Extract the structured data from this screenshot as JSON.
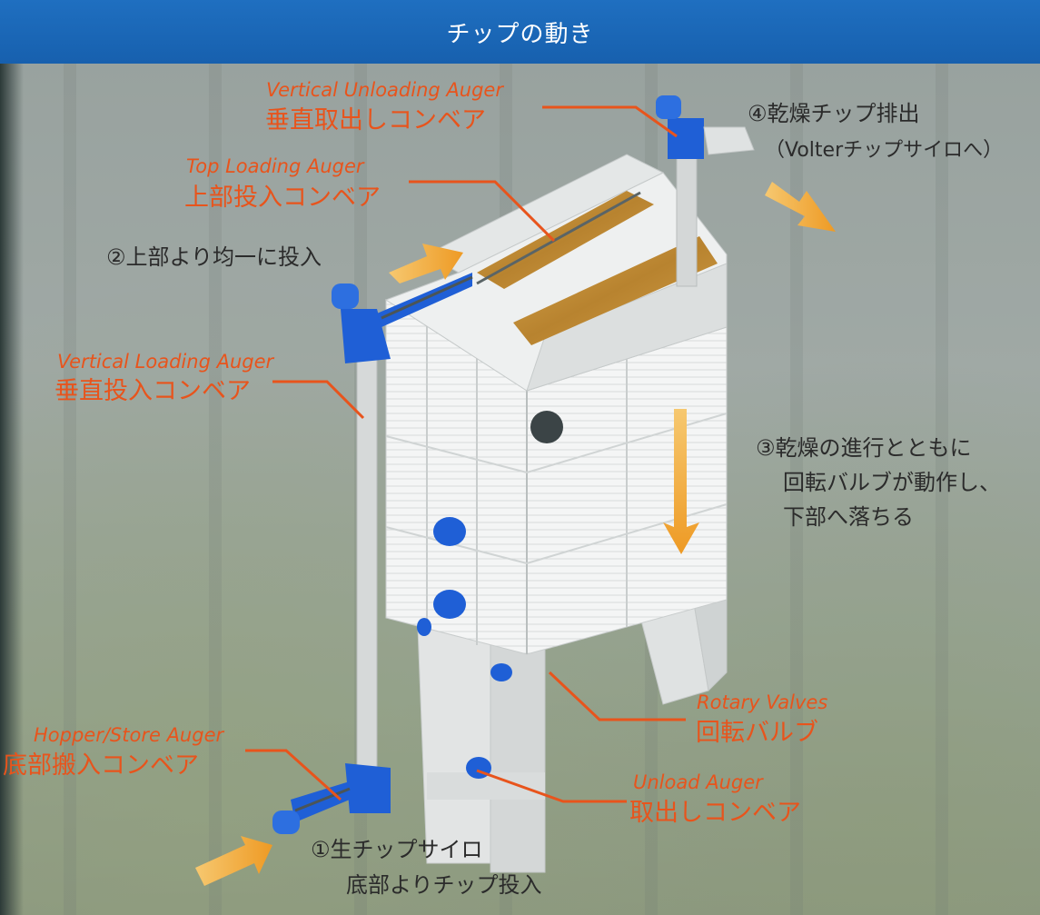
{
  "header": {
    "title": "チップの動き"
  },
  "labels": {
    "vertical_unloading": {
      "en": "Vertical Unloading Auger",
      "jp": "垂直取出しコンベア"
    },
    "top_loading": {
      "en": "Top Loading Auger",
      "jp": "上部投入コンベア"
    },
    "vertical_loading": {
      "en": "Vertical Loading Auger",
      "jp": "垂直投入コンベア"
    },
    "hopper_store": {
      "en": "Hopper/Store Auger",
      "jp": "底部搬入コンベア"
    },
    "rotary_valves": {
      "en": "Rotary Valves",
      "jp": "回転バルブ"
    },
    "unload_auger": {
      "en": "Unload Auger",
      "jp": "取出しコンベア"
    }
  },
  "steps": {
    "step1": {
      "line1": "①生チップサイロ",
      "line2": "底部よりチップ投入"
    },
    "step2": {
      "line1": "②上部より均一に投入"
    },
    "step3": {
      "line1": "③乾燥の進行とともに",
      "line2": "回転バルブが動作し、",
      "line3": "下部へ落ちる"
    },
    "step4": {
      "line1": "④乾燥チップ排出",
      "line2": "（Volterチップサイロへ）"
    }
  },
  "colors": {
    "header": "#1f6fc0",
    "label": "#e8541c",
    "motor": "#1f5fd6",
    "chips": "#c9963f",
    "arrow": "#f0a030"
  }
}
